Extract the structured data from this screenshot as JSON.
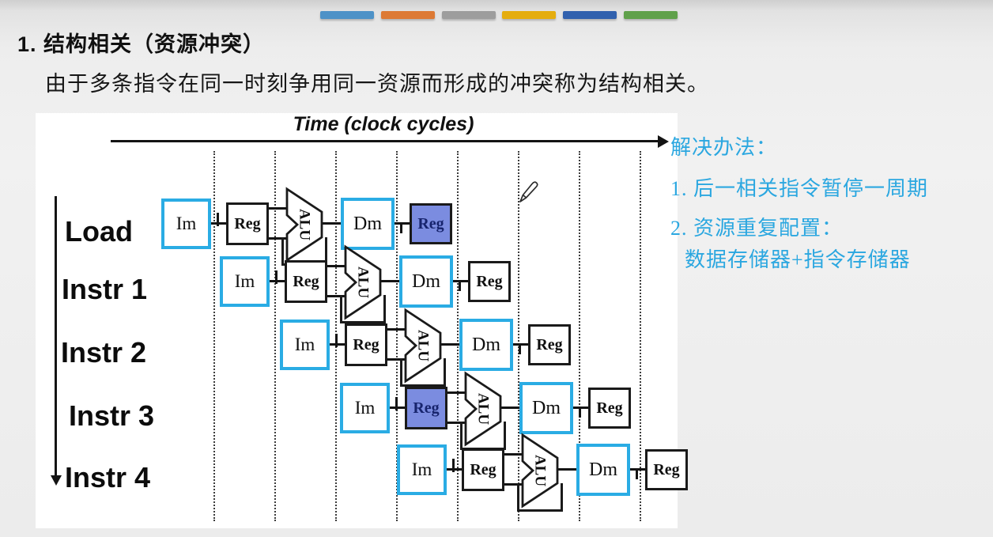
{
  "deco_bars": {
    "colors": [
      "#4e92c7",
      "#dd7a35",
      "#9d9d9d",
      "#e5ad0e",
      "#3161ae",
      "#60a14b"
    ]
  },
  "title": "1. 结构相关（资源冲突）",
  "subtitle": "由于多条指令在同一时刻争用同一资源而形成的冲突称为结构相关。",
  "diagram": {
    "time_axis_label": "Time (clock cycles)",
    "rows": [
      {
        "label": "Load",
        "stages": [
          "Im",
          "Reg",
          "ALU",
          "Dm",
          "Reg"
        ],
        "highlight_stage": 4
      },
      {
        "label": "Instr 1",
        "stages": [
          "Im",
          "Reg",
          "ALU",
          "Dm",
          "Reg"
        ],
        "highlight_stage": -1
      },
      {
        "label": "Instr 2",
        "stages": [
          "Im",
          "Reg",
          "ALU",
          "Dm",
          "Reg"
        ],
        "highlight_stage": -1
      },
      {
        "label": "Instr 3",
        "stages": [
          "Im",
          "Reg",
          "ALU",
          "Dm",
          "Reg"
        ],
        "highlight_stage": 1
      },
      {
        "label": "Instr 4",
        "stages": [
          "Im",
          "Reg",
          "ALU",
          "Dm",
          "Reg"
        ],
        "highlight_stage": -1
      }
    ],
    "colors": {
      "stage_accent": "#2aace4",
      "highlight_fill": "#7b8ce0",
      "highlight_text": "#17246d",
      "line": "#141414"
    }
  },
  "solution_notes": {
    "heading": "解决办法：",
    "items": [
      "1. 后一相关指令暂停一周期",
      "2. 资源重复配置：",
      "数据存储器+指令存储器"
    ],
    "color": "#2ba7e0"
  }
}
